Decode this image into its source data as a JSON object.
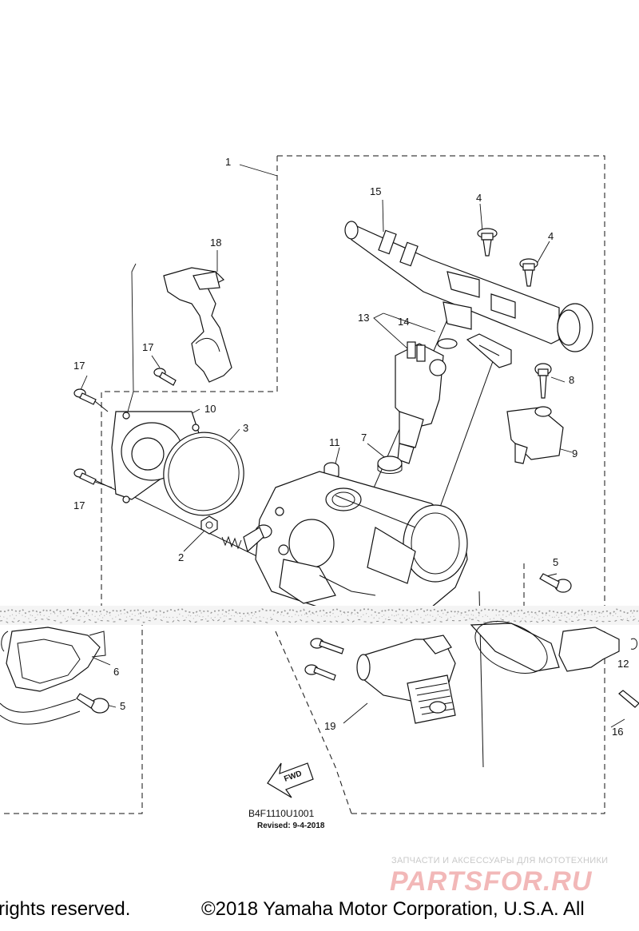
{
  "diagram": {
    "callouts": {
      "p1": "1",
      "p2": "2",
      "p3": "3",
      "p4a": "4",
      "p4b": "4",
      "p5a": "5",
      "p5b": "5",
      "p6": "6",
      "p7": "7",
      "p8": "8",
      "p9": "9",
      "p10": "10",
      "p11": "11",
      "p12": "12",
      "p13": "13",
      "p14": "14",
      "p15": "15",
      "p16": "16",
      "p17a": "17",
      "p17b": "17",
      "p17c": "17",
      "p18": "18",
      "p19": "19"
    },
    "fwd_label": "FWD",
    "diagram_code": "B4F1110U1001",
    "revised": "Revised: 9-4-2018"
  },
  "watermark": {
    "tagline": "ЗАПЧАСТИ И АКСЕССУАРЫ ДЛЯ МОТОТЕХНИКИ",
    "brand": "PARTSFOR.RU"
  },
  "footer": {
    "left": "rights reserved.",
    "right": "©2018 Yamaha Motor Corporation, U.S.A. All"
  },
  "colors": {
    "line": "#111111",
    "watermark_gray": "#c9c9c9",
    "watermark_red": "#f2b8b8",
    "noise_band": "#9a9a9a"
  }
}
